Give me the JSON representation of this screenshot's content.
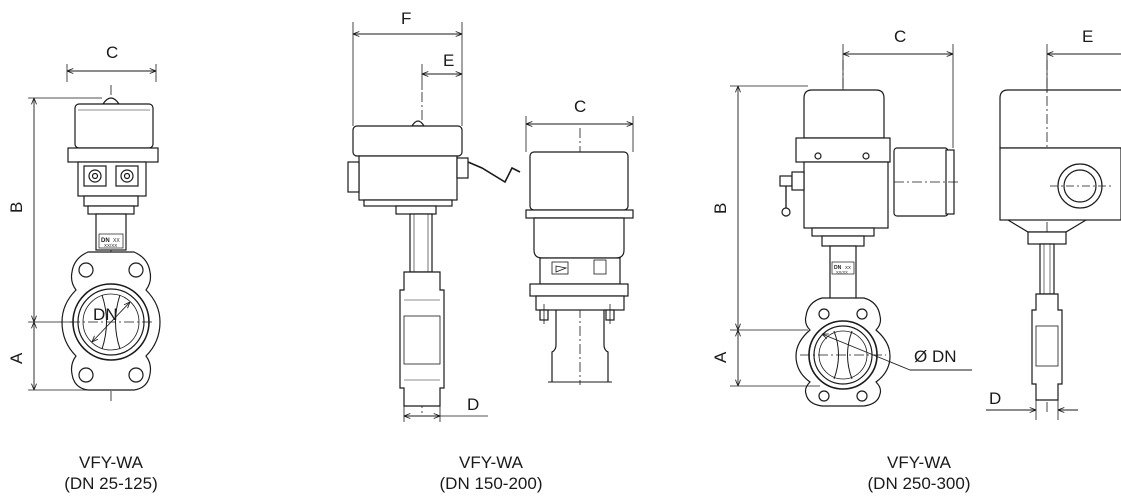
{
  "figures": [
    {
      "model": "VFY-WA",
      "range": "(DN 25-125)",
      "dims": {
        "C": "C",
        "B": "B",
        "A": "A",
        "DN": "DN"
      },
      "plate": {
        "dn": "DN",
        "code": "XX",
        "sub": "XX/XX"
      }
    },
    {
      "model": "VFY-WA",
      "range": "(DN 150-200)",
      "dims_side": {
        "F": "F",
        "E": "E",
        "D": "D"
      },
      "dims_front": {
        "C": "C"
      }
    },
    {
      "model": "VFY-WA",
      "range": "(DN 250-300)",
      "dims_front": {
        "C": "C",
        "B": "B",
        "A": "A",
        "DN": "Ø DN"
      },
      "dims_side": {
        "E": "E",
        "D": "D"
      },
      "plate": {
        "dn": "DN",
        "code": "XX",
        "sub": "XX/XX"
      }
    }
  ]
}
